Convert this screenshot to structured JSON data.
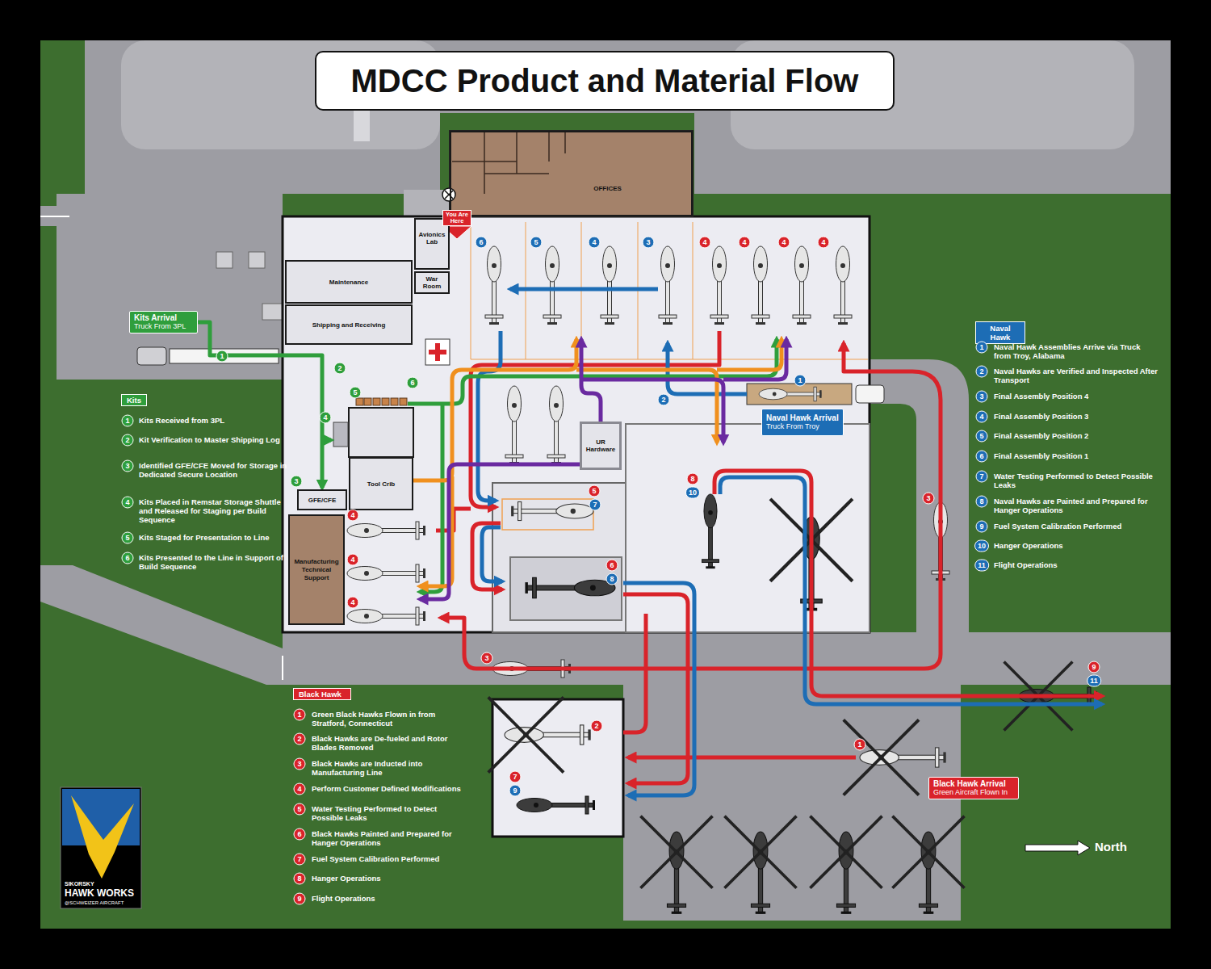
{
  "diagram": {
    "title": "MDCC Product and Material Flow",
    "nodes": [
      {
        "text": [
          "OFFICES"
        ]
      },
      {
        "text": [
          "Avionics Lab"
        ]
      },
      {
        "text": [
          "War Room"
        ]
      },
      {
        "text": [
          "Maintenance"
        ]
      },
      {
        "text": [
          "Shipping and Receiving"
        ]
      },
      {
        "text": [
          "Kits Arrival",
          "Truck From 3PL"
        ]
      },
      {
        "text": [
          "Tool Crib"
        ]
      },
      {
        "text": [
          "GFE/CFE"
        ]
      },
      {
        "text": [
          "Manufacturing Technical Support"
        ]
      },
      {
        "text": [
          "UR Hardware"
        ]
      },
      {
        "text": [
          "Naval Hawk Arrival",
          "Truck From Troy"
        ]
      },
      {
        "text": [
          "Kits"
        ]
      },
      {
        "text": [
          "Naval Hawk"
        ]
      },
      {
        "text": [
          "Black Hawk"
        ]
      },
      {
        "text": [
          "Black Hawk Arrival",
          "Green Aircraft Flown In"
        ]
      }
    ],
    "edges": [
      {
        "from": 5,
        "to": 7,
        "arrow": "to"
      }
    ],
    "labels": [
      "You Are Here",
      "6",
      "5",
      "4",
      "3",
      "4",
      "4",
      "4",
      "4",
      "1",
      "2",
      "3",
      "4",
      "5",
      "6",
      "1",
      "2",
      "4",
      "4",
      "4",
      "5",
      "7",
      "6",
      "8",
      "8",
      "10",
      "3",
      "3",
      "9",
      "11",
      "2",
      "7",
      "9",
      "1",
      "1",
      "Kits Received from 3PL",
      "2",
      "Kit Verification to Master Shipping Log",
      "3",
      "Identified GFE/CFE Moved for Storage in Dedicated Secure Location",
      "4",
      "Kits Placed in Remstar Storage Shuttle and Released for Staging per Build Sequence",
      "5",
      "Kits Staged for Presentation to Line",
      "6",
      "Kits Presented to the Line in Support of Build Sequence",
      "1",
      "Naval Hawk Assemblies Arrive via Truck from Troy, Alabama",
      "2",
      "Naval Hawks are Verified and Inspected After Transport",
      "3",
      "Final Assembly Position 4",
      "4",
      "Final Assembly Position 3",
      "5",
      "Final Assembly Position 2",
      "6",
      "Final Assembly Position 1",
      "7",
      "Water Testing Performed to Detect Possible Leaks",
      "8",
      "Naval Hawks are Painted and Prepared for Hanger Operations",
      "9",
      "Fuel System Calibration Performed",
      "10",
      "Hanger Operations",
      "11",
      "Flight Operations",
      "1",
      "Green Black Hawks Flown in from Stratford, Connecticut",
      "2",
      "Black Hawks are De-fueled and Rotor Blades Removed",
      "3",
      "Black Hawks are Inducted into Manufacturing Line",
      "4",
      "Perform Customer Defined Modifications",
      "5",
      "Water Testing Performed to Detect Possible Leaks",
      "6",
      "Black Hawks Painted and Prepared for Hanger Operations",
      "7",
      "Fuel System Calibration Performed",
      "8",
      "Hanger Operations",
      "9",
      "Flight Operations",
      "North",
      "SIKORSKY",
      "HAWK WORKS",
      "@SCHWEIZER AIRCRAFT"
    ]
  }
}
